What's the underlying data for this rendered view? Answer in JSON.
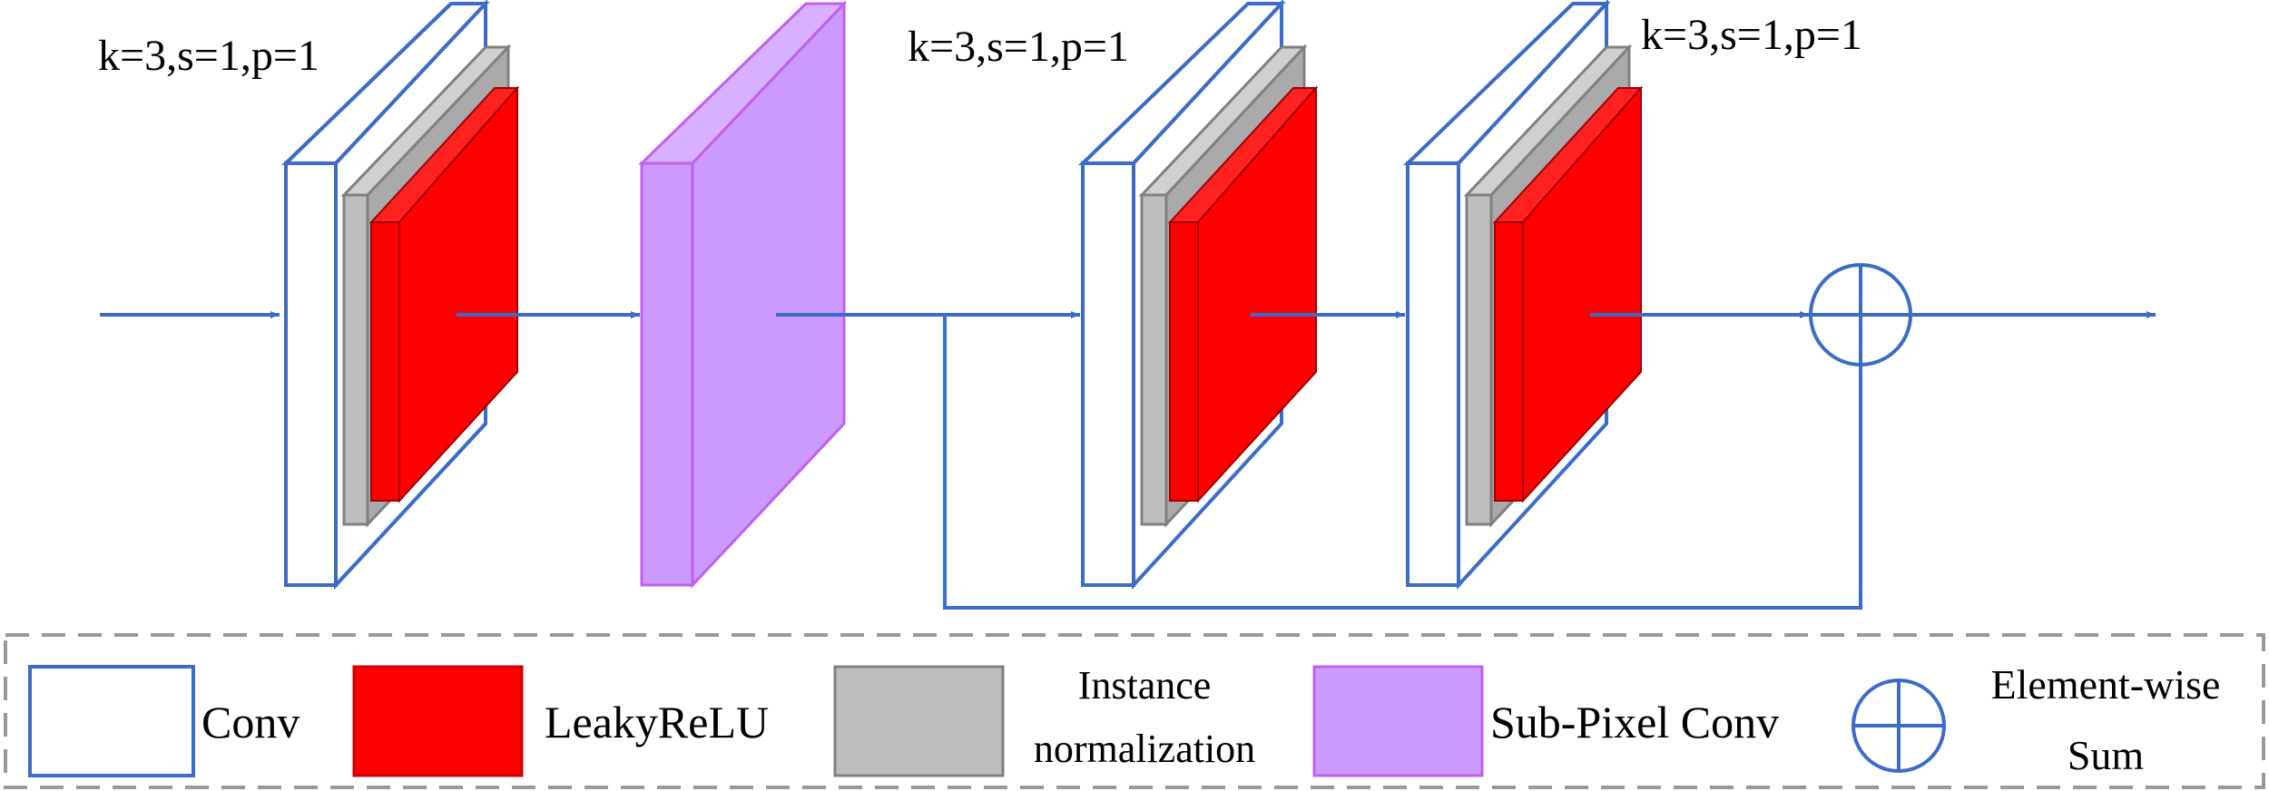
{
  "colors": {
    "conv_stroke": "#3a6cc8",
    "leaky_fill": "#ff0000",
    "leaky_dark": "#cc0000",
    "norm_fill": "#bebebe",
    "norm_stroke": "#808080",
    "subpixel_fill": "#cc99ff",
    "subpixel_stroke": "#c060ee",
    "arrow": "#3a6cc8",
    "legend_border": "#999999"
  },
  "blocks": [
    {
      "type": "conv-stack",
      "annotation": "k=3,s=1,p=1"
    },
    {
      "type": "subpixel-conv",
      "annotation": ""
    },
    {
      "type": "conv-stack",
      "annotation": "k=3,s=1,p=1"
    },
    {
      "type": "conv-stack",
      "annotation": "k=3,s=1,p=1"
    }
  ],
  "legend": {
    "conv": "Conv",
    "leakyrelu": "LeakyReLU",
    "instance_norm_line1": "Instance",
    "instance_norm_line2": "normalization",
    "subpixel": "Sub-Pixel Conv",
    "sum_line1": "Element-wise",
    "sum_line2": "Sum"
  },
  "icons": {
    "sum": "circle-plus-icon",
    "arrow": "arrowhead-icon"
  }
}
